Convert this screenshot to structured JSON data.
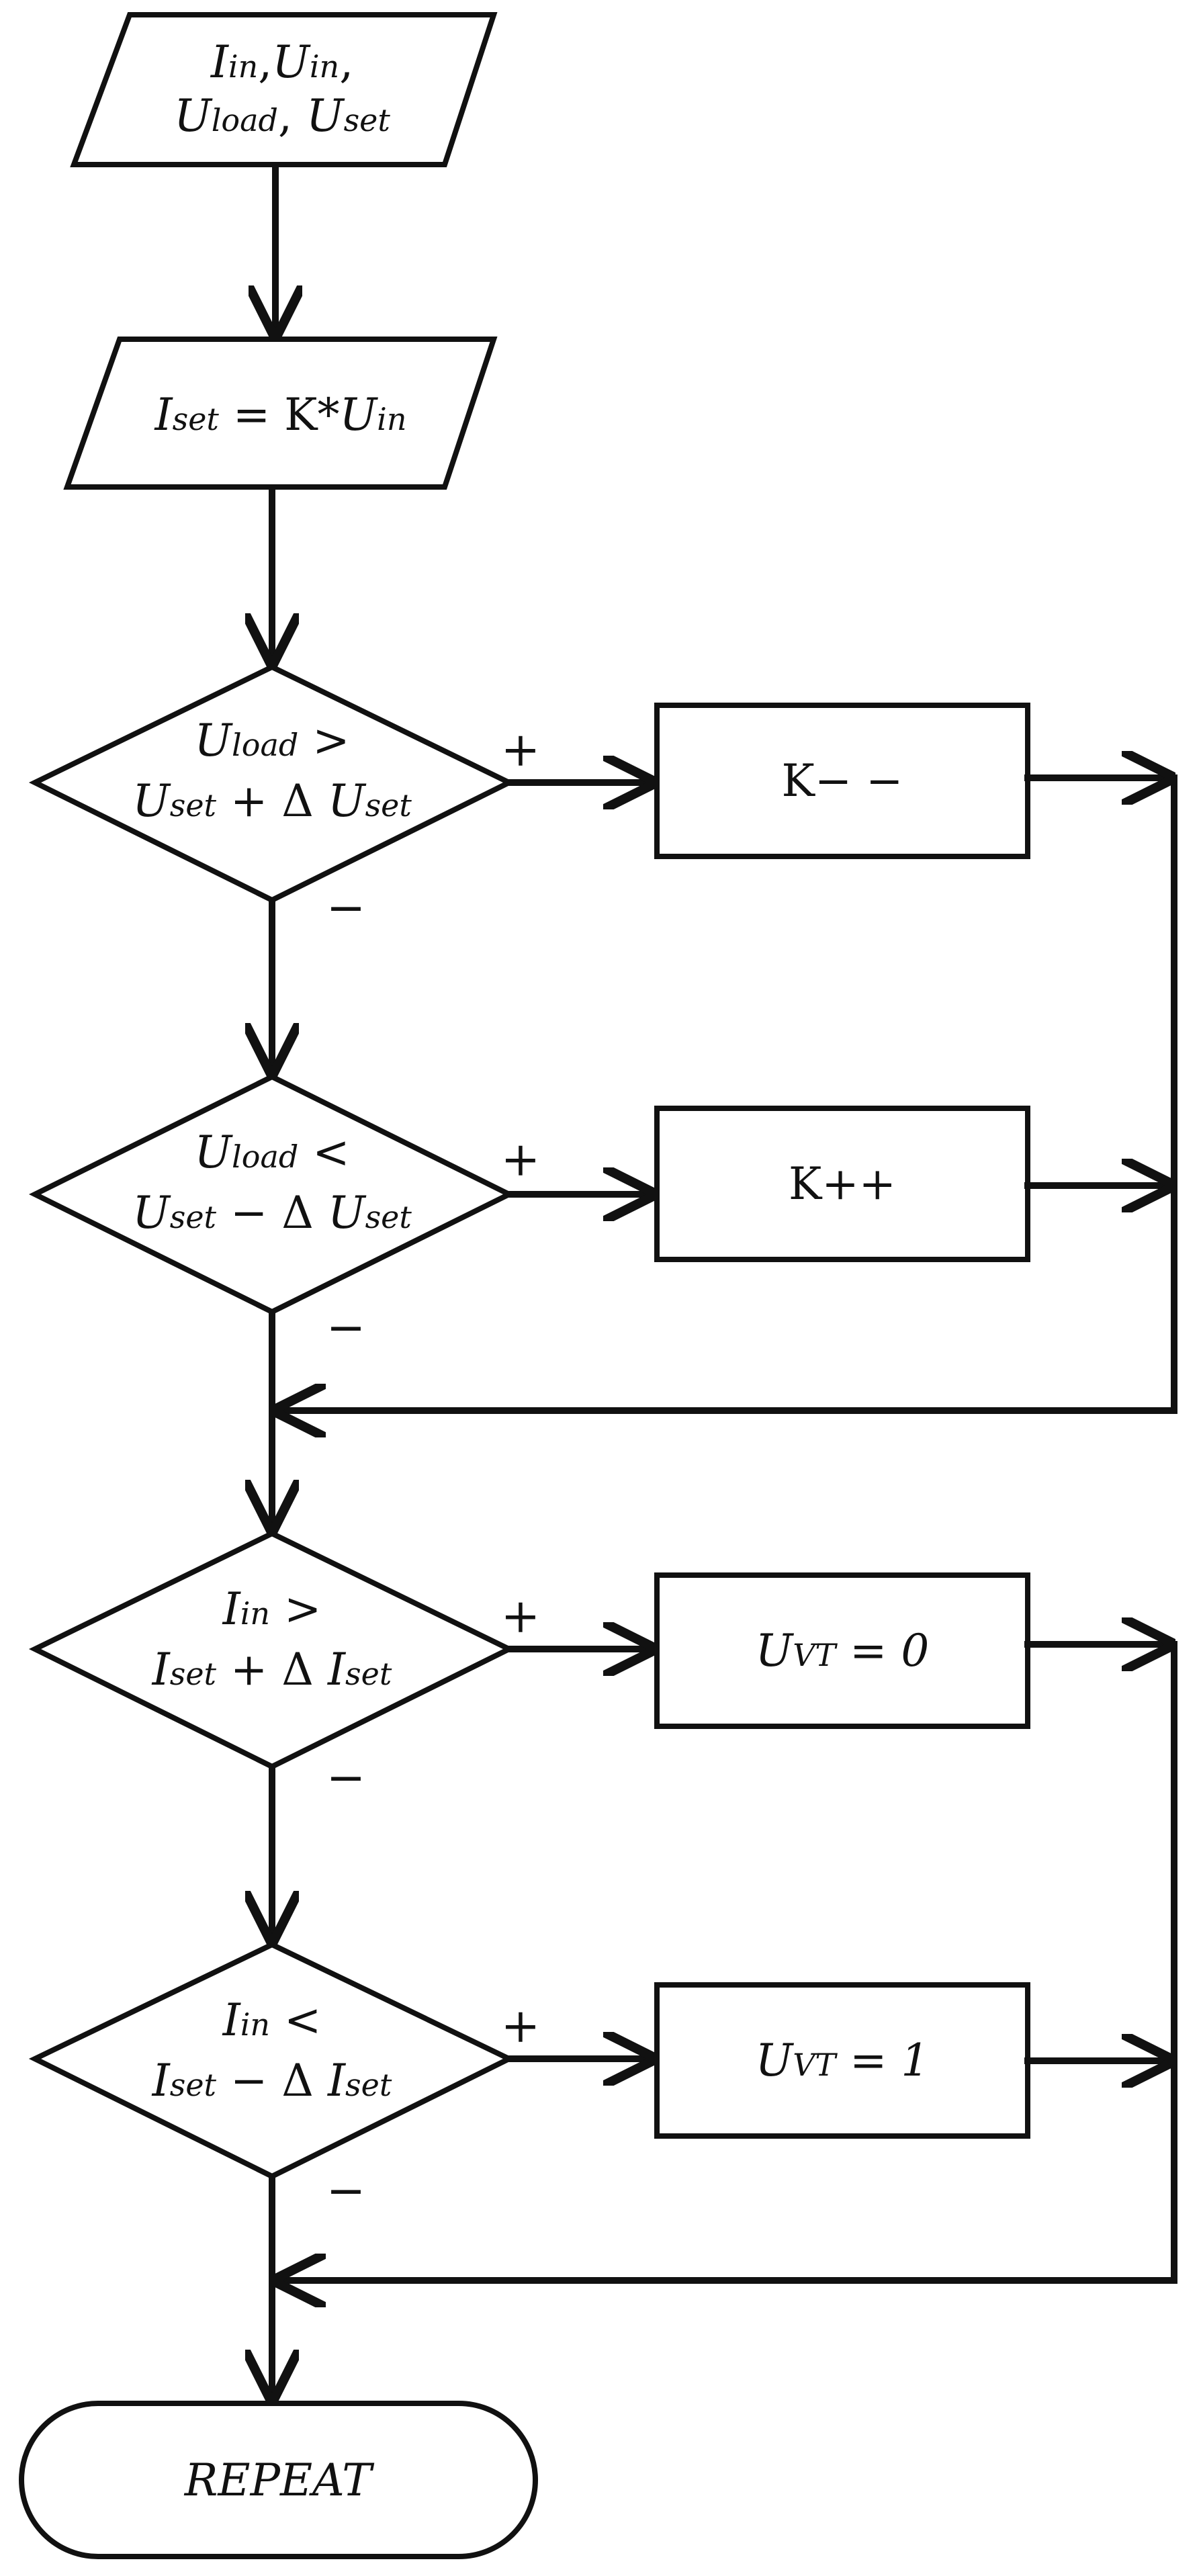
{
  "colors": {
    "stroke": "#111111",
    "background": "#ffffff"
  },
  "input": {
    "line1": {
      "I": "I",
      "in1": "in",
      "comma1": ",",
      "U": "U",
      "in2": "in",
      "comma2": ","
    },
    "line2": {
      "U": "U",
      "load": "load",
      "comma": ",",
      "U2": "U",
      "set": "set"
    }
  },
  "assign": {
    "I": "I",
    "set": "set",
    "expr": " = K*",
    "U": "U",
    "in": "in"
  },
  "decisions": [
    {
      "a": "U",
      "a_sub": "load",
      "op": " >",
      "b": "U",
      "b_sub": "set",
      "mid": " + Δ ",
      "c": "U",
      "c_sub": "set"
    },
    {
      "a": "U",
      "a_sub": "load",
      "op": " <",
      "b": "U",
      "b_sub": "set",
      "mid": " − Δ ",
      "c": "U",
      "c_sub": "set"
    },
    {
      "a": "I",
      "a_sub": "in",
      "op": " >",
      "b": "I",
      "b_sub": "set",
      "mid": " + Δ ",
      "c": "I",
      "c_sub": "set"
    },
    {
      "a": "I",
      "a_sub": "in",
      "op": " <",
      "b": "I",
      "b_sub": "set",
      "mid": " − Δ ",
      "c": "I",
      "c_sub": "set"
    }
  ],
  "actions": [
    {
      "text": "K− −"
    },
    {
      "text": "K++"
    },
    {
      "U": "U",
      "sub": "VT",
      "rest": " = 0"
    },
    {
      "U": "U",
      "sub": "VT",
      "rest": " = 1"
    }
  ],
  "branch_labels": {
    "plus": "+",
    "minus": "−"
  },
  "terminal": {
    "label": "REPEAT"
  }
}
